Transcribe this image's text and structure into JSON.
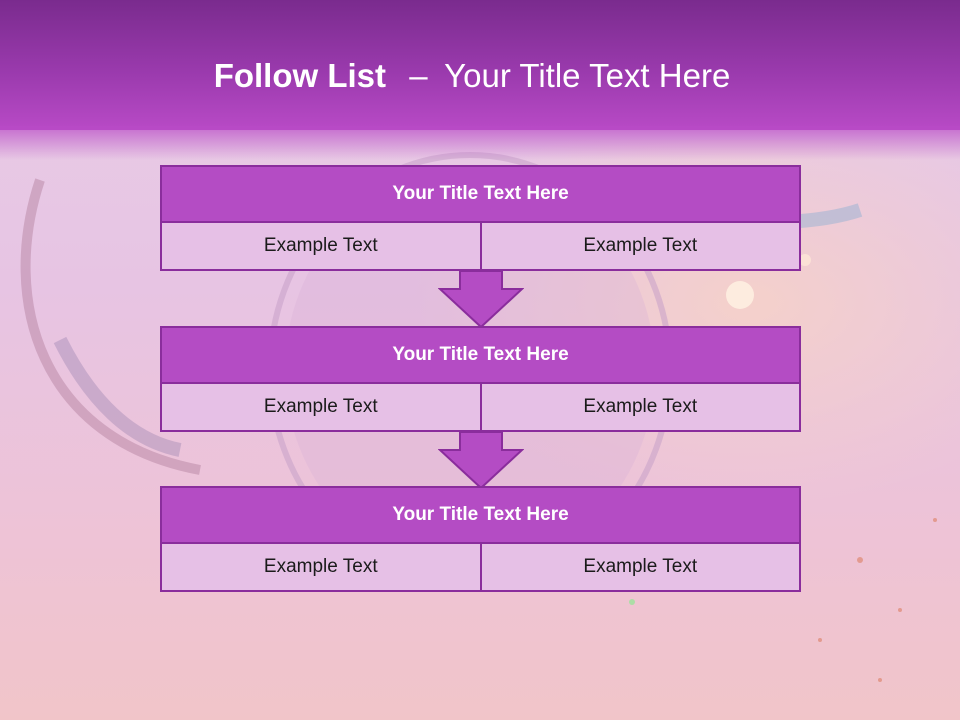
{
  "slide": {
    "title_bold": "Follow List",
    "title_separator": "–",
    "title_rest": "Your Title Text Here"
  },
  "blocks": [
    {
      "title": "Your Title Text Here",
      "cells": [
        "Example Text",
        "Example Text"
      ]
    },
    {
      "title": "Your Title Text Here",
      "cells": [
        "Example Text",
        "Example Text"
      ]
    },
    {
      "title": "Your Title Text Here",
      "cells": [
        "Example Text",
        "Example Text"
      ]
    }
  ],
  "colors": {
    "header": "#9a3aad",
    "block_title_fill": "#b44cc4",
    "cell_fill": "#e6c0e6",
    "border": "#8a2d9c",
    "arrow_fill": "#b44cc4"
  },
  "icons": {
    "connector": "down-arrow-icon"
  }
}
